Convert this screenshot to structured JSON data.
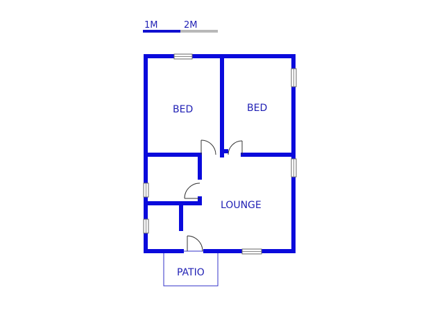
{
  "scale_bar": {
    "label_1": "1M",
    "label_2": "2M",
    "color_filled": "#1010d0",
    "color_empty": "#b8b8b8"
  },
  "rooms": {
    "bed_left": "BED",
    "bed_right": "BED",
    "lounge": "LOUNGE",
    "patio": "PATIO"
  },
  "colors": {
    "wall": "#0a0adc",
    "label": "#1f1fb4"
  }
}
